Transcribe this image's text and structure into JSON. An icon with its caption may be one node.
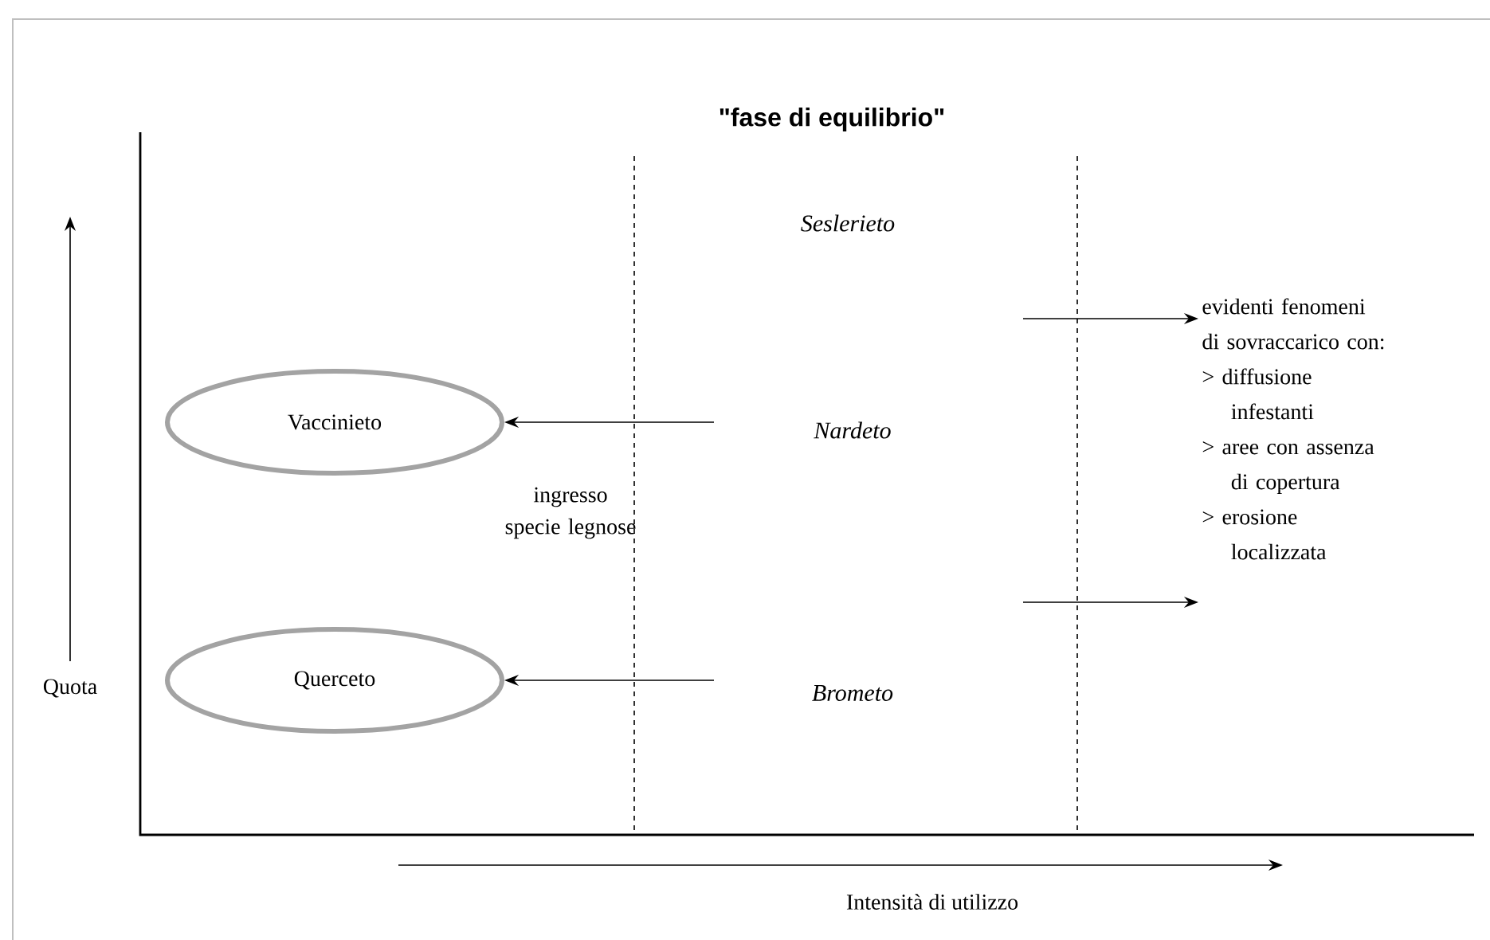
{
  "diagram": {
    "title": "\"fase di equilibrio\"",
    "nodes": [
      {
        "text": [
          "Vaccinieto"
        ]
      },
      {
        "text": [
          "Querceto"
        ]
      },
      {
        "text": [
          "Seslerieto"
        ]
      },
      {
        "text": [
          "Nardeto"
        ]
      },
      {
        "text": [
          "Brometo"
        ]
      },
      {
        "text": [
          "evidenti fenomeni di sovraccarico con:",
          "> diffusione infestanti",
          "> aree con assenza di copertura",
          "> erosione localizzata"
        ]
      }
    ],
    "edges": [
      {
        "from": null,
        "to": 0,
        "arrow": "to"
      },
      {
        "from": null,
        "to": 1,
        "arrow": "to"
      },
      {
        "from": null,
        "to": 5,
        "arrow": "to"
      },
      {
        "from": null,
        "to": 5,
        "arrow": "to"
      }
    ],
    "labels": [
      "ingresso specie legnose",
      "Quota",
      "Intensità di utilizzo"
    ]
  }
}
